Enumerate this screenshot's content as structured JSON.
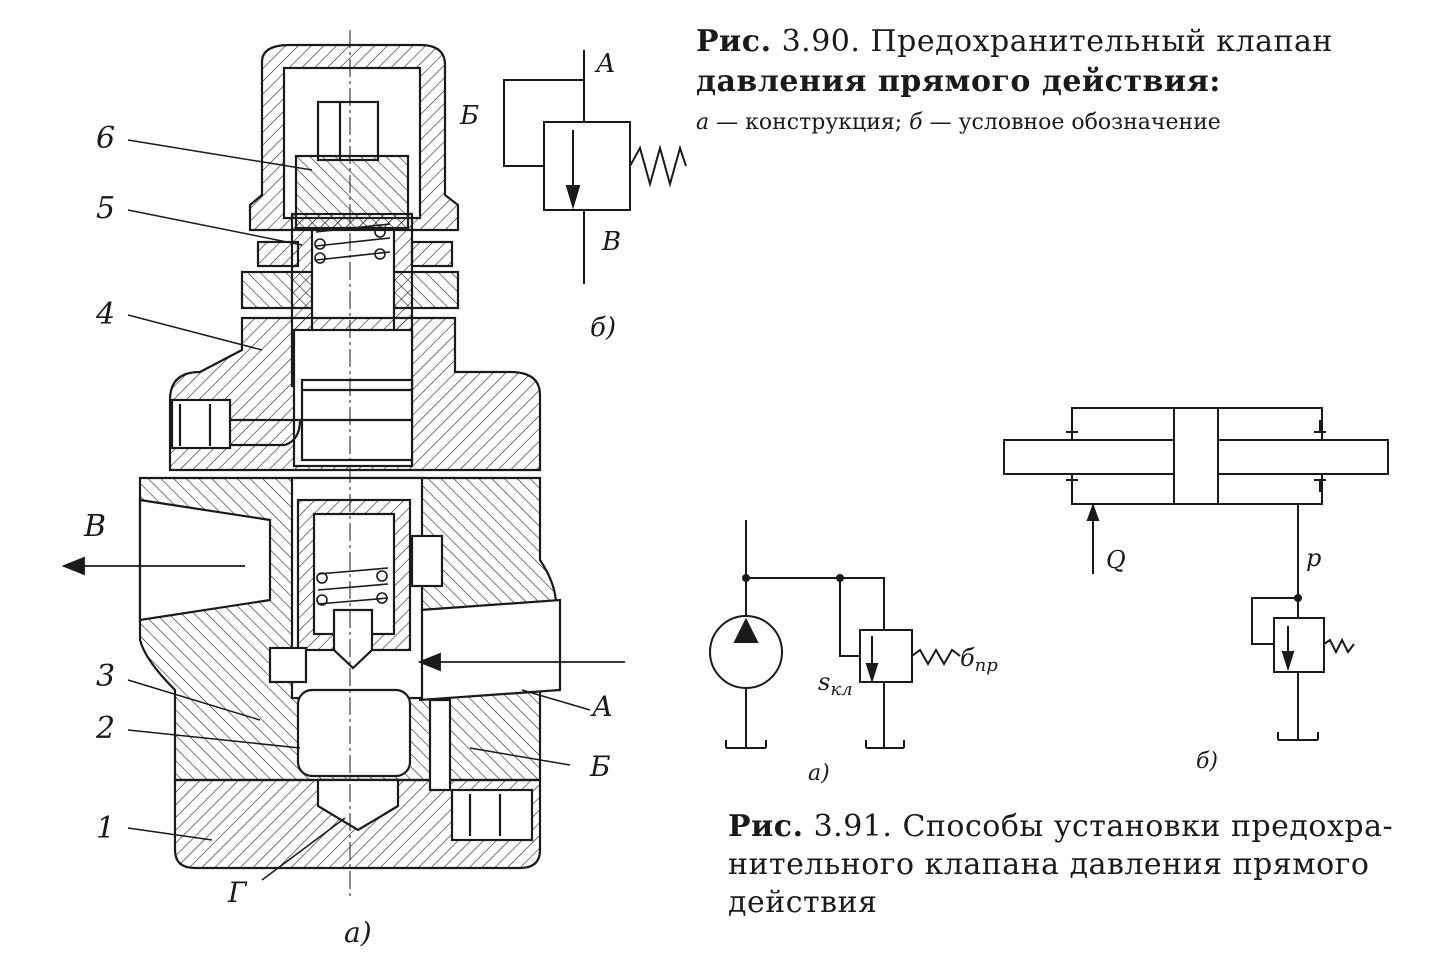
{
  "fig390": {
    "caption": {
      "label": "Рис.",
      "number": "3.90.",
      "title_line1": "Предохранительный клапан",
      "title_line2": "давления прямого действия:",
      "legend_a_letter": "а",
      "legend_a_text": "— конструкция;",
      "legend_b_letter": "б",
      "legend_b_text": "— условное обозначение"
    },
    "callouts": [
      "1",
      "2",
      "3",
      "4",
      "5",
      "6"
    ],
    "section_ports": {
      "outlet": "В",
      "inlet": "А",
      "channel": "Б",
      "seat": "Г"
    },
    "subfig_a": "а)",
    "symbol": {
      "port_a": "А",
      "port_b": "Б",
      "port_v": "В",
      "subfig": "б)"
    }
  },
  "fig391": {
    "caption": {
      "label": "Рис.",
      "number": "3.91.",
      "line1": "Способы установки предохра-",
      "line2": "нительного клапана давления прямого",
      "line3": "действия"
    },
    "diagram_a": {
      "s_label": "s",
      "s_sub": "кл",
      "g_label": "б",
      "g_sub": "пр",
      "subfig": "а)"
    },
    "diagram_b": {
      "q_label": "Q",
      "p_label": "p",
      "subfig": "б)"
    }
  }
}
